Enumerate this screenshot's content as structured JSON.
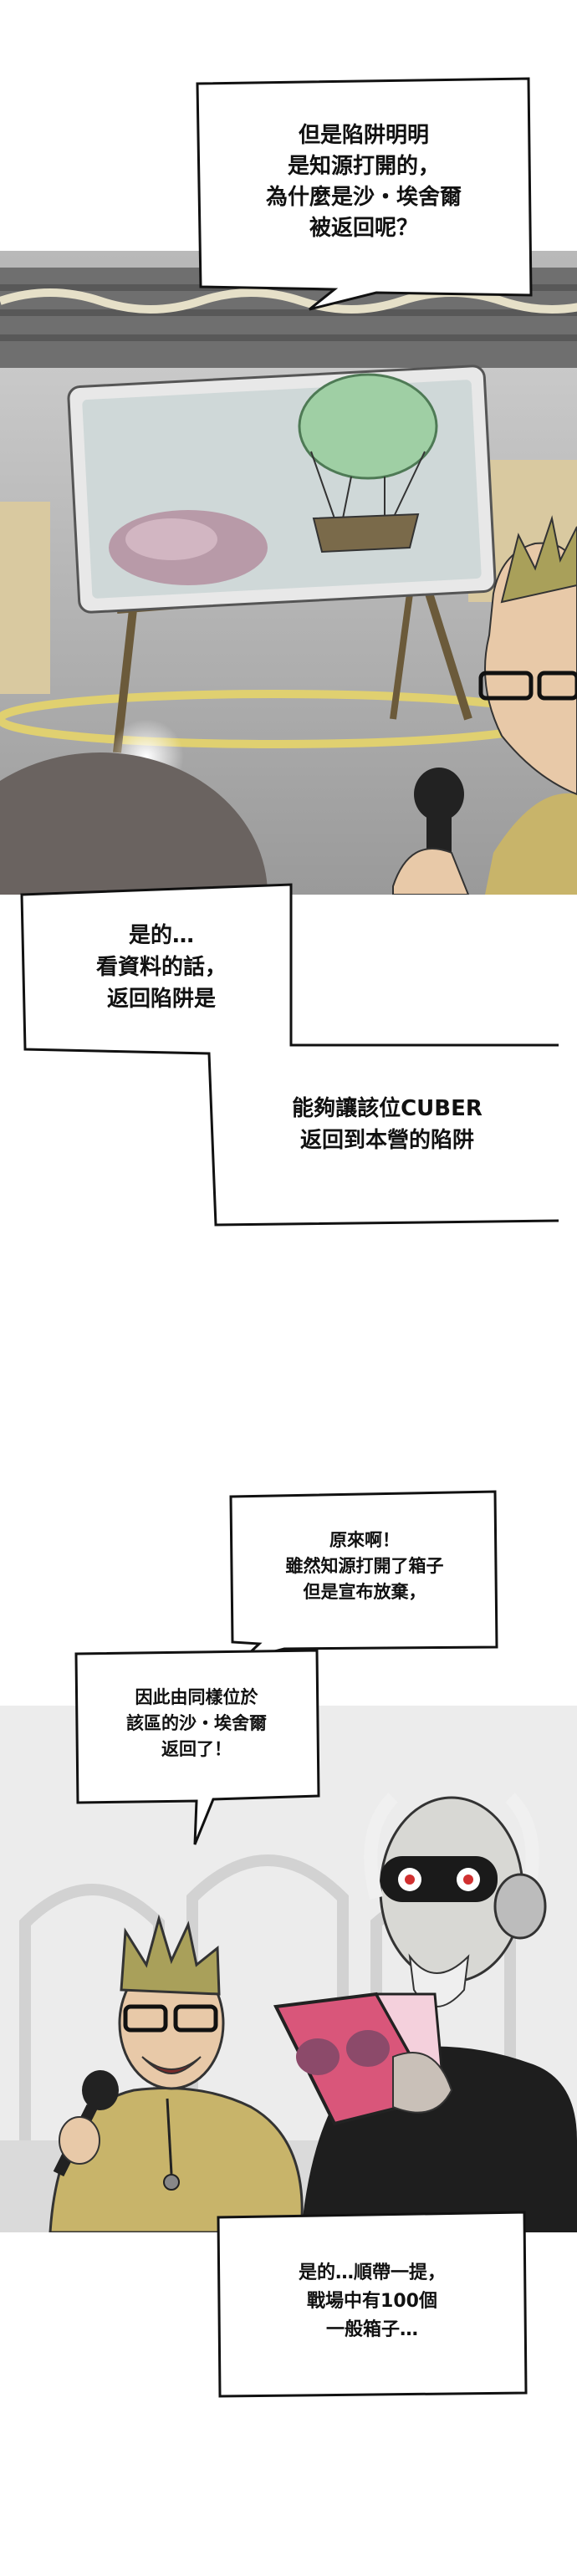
{
  "bubbles": {
    "b1": "但是陷阱明明\n是知源打開的，\n為什麼是沙・埃舍爾\n被返回呢？",
    "b2": "是的…\n看資料的話，\n返回陷阱是",
    "b3": "能夠讓該位CUBER\n返回到本營的陷阱",
    "b4": "原來啊！\n雖然知源打開了箱子\n但是宣布放棄，",
    "b5": "因此由同樣位於\n該區的沙・埃舍爾\n返回了！",
    "b6": "是的…順帶一提，\n戰場中有100個\n一般箱子…"
  },
  "colors": {
    "bubble_fill": "#ffffff",
    "bubble_stroke": "#111111",
    "announcer_shirt": "#c8b46a",
    "book_cover": "#d9567a",
    "balloon": "#9fcfa4",
    "screen_frame": "#e8e8e8"
  }
}
